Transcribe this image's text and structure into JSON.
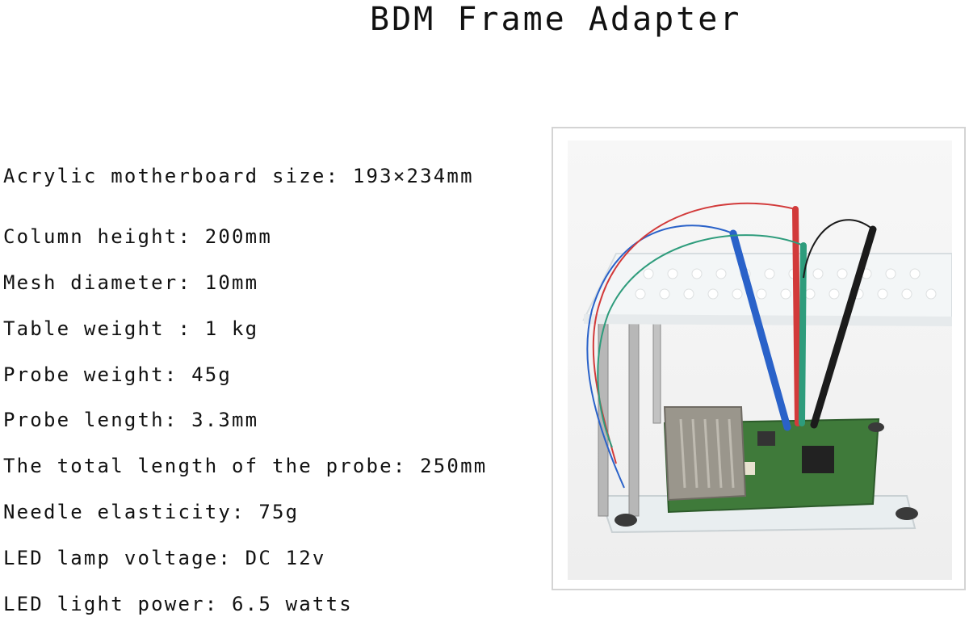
{
  "page": {
    "title": "BDM Frame Adapter"
  },
  "specs": [
    "Acrylic motherboard size: 193×234mm",
    "Column height: 200mm",
    "Mesh diameter: 10mm",
    "Table weight : 1 kg",
    "Probe weight: 45g",
    "Probe length: 3.3mm",
    "The total length of the probe: 250mm",
    "Needle elasticity: 75g",
    "LED lamp voltage: DC 12v",
    "LED light power: 6.5 watts"
  ],
  "colors": {
    "pcb_green": "#3f7a3a",
    "probe_blue": "#2a62c9",
    "probe_red": "#d23a3a",
    "probe_green": "#2e9c7c",
    "probe_black": "#1b1b1b",
    "connector_grey": "#9a968c"
  }
}
